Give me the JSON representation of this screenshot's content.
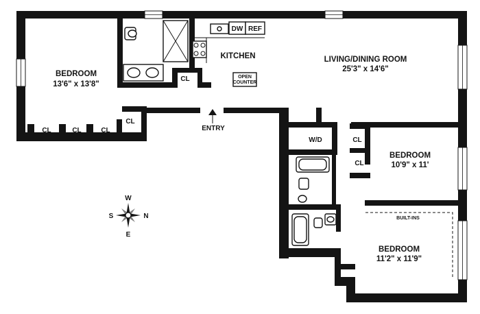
{
  "rooms": {
    "bedroom_west": {
      "name": "BEDROOM",
      "size": "13'6\" x 13'8\""
    },
    "kitchen": {
      "name": "KITCHEN",
      "dw": "DW",
      "ref": "REF",
      "counter_line1": "OPEN",
      "counter_line2": "COUNTER"
    },
    "living": {
      "name": "LIVING/DINING ROOM",
      "size": "25'3\" x 14'6\""
    },
    "bedroom_mid": {
      "name": "BEDROOM",
      "size": "10'9\" x 11'"
    },
    "bedroom_south": {
      "name": "BEDROOM",
      "size": "11'2\" x 11'9\""
    }
  },
  "closets": {
    "label": "CL"
  },
  "washer_dryer": "W/D",
  "built_ins": "BUILT-INS",
  "entry": "ENTRY",
  "compass": {
    "north": "N",
    "south": "S",
    "east": "E",
    "west": "W"
  }
}
